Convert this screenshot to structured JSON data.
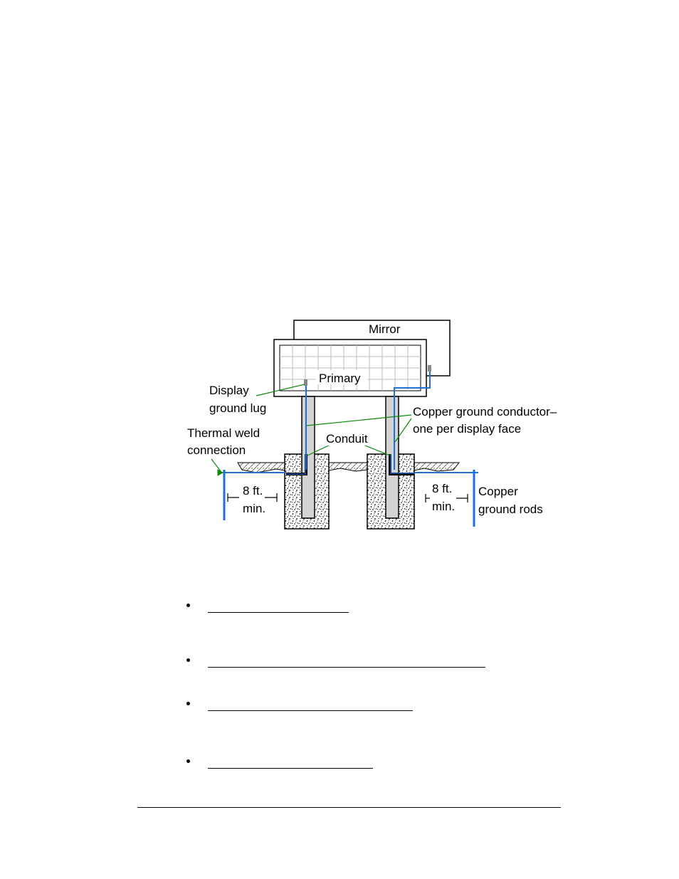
{
  "diagram": {
    "labels": {
      "mirror": "Mirror",
      "primary": "Primary",
      "display_ground_lug_1": "Display",
      "display_ground_lug_2": "ground lug",
      "copper_conductor_1": "Copper ground conductor–",
      "copper_conductor_2": "one per display face",
      "thermal_weld_1": "Thermal weld",
      "thermal_weld_2": "connection",
      "conduit": "Conduit",
      "spacing_left_1": "8 ft.",
      "spacing_left_2": "min.",
      "spacing_right_1": "8 ft.",
      "spacing_right_2": "min.",
      "ground_rods_1": "Copper",
      "ground_rods_2": "ground rods"
    }
  },
  "links": [
    {
      "text": ""
    },
    {
      "text": ""
    },
    {
      "text": ""
    },
    {
      "text": ""
    }
  ]
}
